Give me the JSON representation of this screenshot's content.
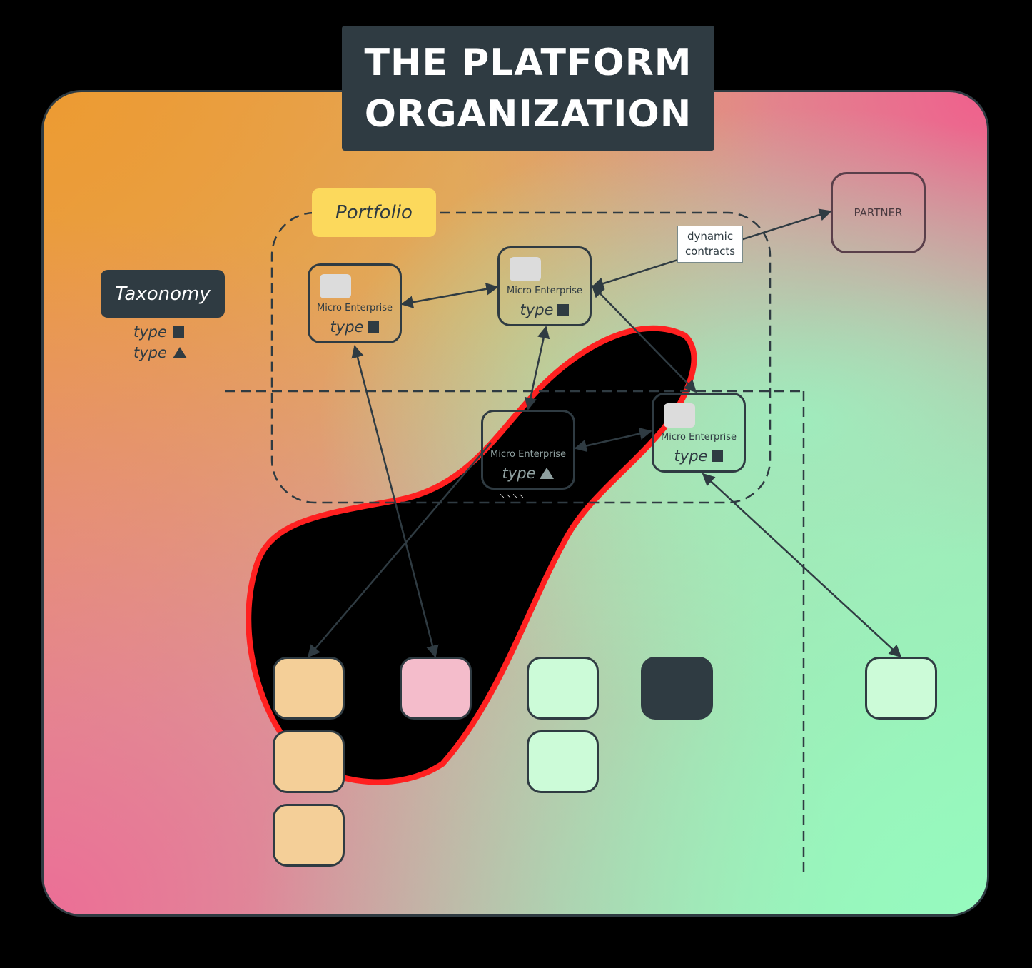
{
  "title": {
    "line1": "THE PLATFORM",
    "line2": "ORGANIZATION"
  },
  "taxonomy": {
    "label": "Taxonomy",
    "legend": [
      {
        "text": "type",
        "shape": "square"
      },
      {
        "text": "type",
        "shape": "triangle"
      }
    ]
  },
  "portfolio": {
    "label": "Portfolio"
  },
  "micro_enterprises": [
    {
      "label": "Micro Enterprise",
      "type": "type",
      "shape": "square"
    },
    {
      "label": "Micro Enterprise",
      "type": "type",
      "shape": "square"
    },
    {
      "label": "Micro Enterprise",
      "type": "type",
      "shape": "triangle"
    },
    {
      "label": "Micro Enterprise",
      "type": "type",
      "shape": "square"
    }
  ],
  "partner": {
    "label": "PARTNER"
  },
  "contracts": {
    "line1": "dynamic",
    "line2": "contracts"
  },
  "colors": {
    "dark": "#2f3b42",
    "portfolio": "#fcd95c",
    "chip": "#dcdcdc",
    "tile_orange": "#f4cf98",
    "tile_pink": "#f4bccb",
    "tile_mint": "#ccfbd8",
    "tile_dark": "#2f3b42"
  }
}
